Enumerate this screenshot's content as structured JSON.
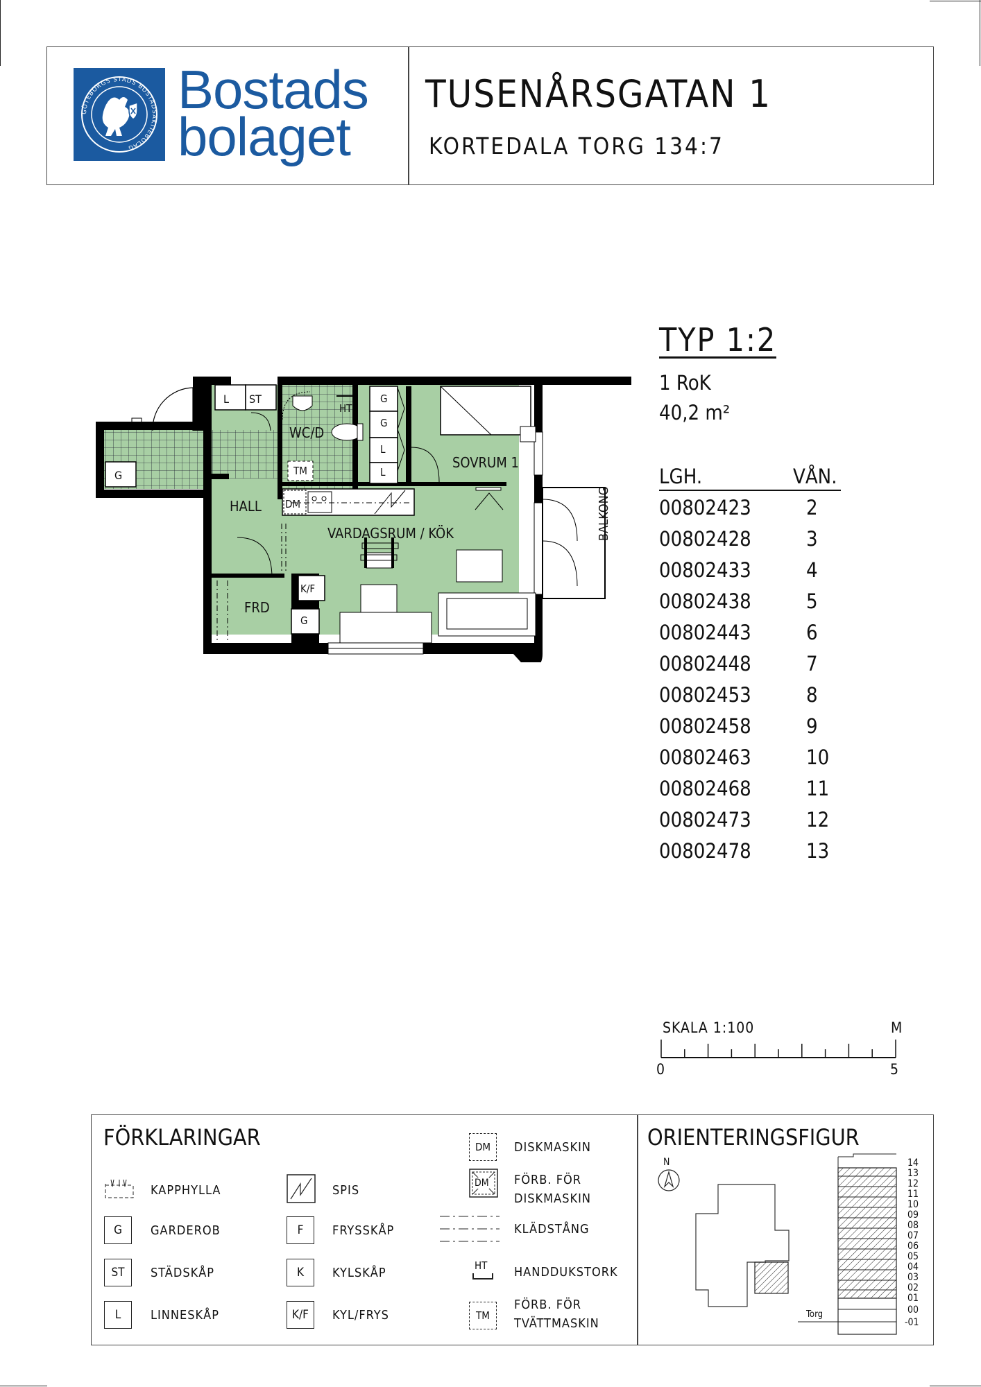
{
  "header": {
    "logo_text": "GÖTEBORGS STADS BOSTADSAKTIEBOLAG",
    "brand_line1": "Bostads",
    "brand_line2": "bolaget",
    "street": "TUSENÅRSGATAN 1",
    "property": "KORTEDALA TORG 134:7"
  },
  "type_info": {
    "title": "TYP 1:2",
    "rooms": "1 RoK",
    "area": "40,2 m²"
  },
  "apartments": {
    "col_lgh": "LGH.",
    "col_van": "VÅN.",
    "rows": [
      {
        "number": "00802423",
        "floor": "2"
      },
      {
        "number": "00802428",
        "floor": "3"
      },
      {
        "number": "00802433",
        "floor": "4"
      },
      {
        "number": "00802438",
        "floor": "5"
      },
      {
        "number": "00802443",
        "floor": "6"
      },
      {
        "number": "00802448",
        "floor": "7"
      },
      {
        "number": "00802453",
        "floor": "8"
      },
      {
        "number": "00802458",
        "floor": "9"
      },
      {
        "number": "00802463",
        "floor": "10"
      },
      {
        "number": "00802468",
        "floor": "11"
      },
      {
        "number": "00802473",
        "floor": "12"
      },
      {
        "number": "00802478",
        "floor": "13"
      }
    ]
  },
  "floorplan": {
    "rooms": {
      "hall": "HALL",
      "wc": "WC/D",
      "sovrum": "SOVRUM 1",
      "vardagsrum": "VARDAGSRUM / KÖK",
      "frd": "FRD",
      "balkong": "BALKONG"
    },
    "labels": {
      "l": "L",
      "st": "ST",
      "g": "G",
      "ht": "HT",
      "tm": "TM",
      "dm": "DM",
      "kf": "K/F"
    },
    "floor_color": "#a8cfa4",
    "wall_color": "#000000"
  },
  "scale": {
    "label": "SKALA 1:100",
    "unit": "M",
    "start": "0",
    "end": "5"
  },
  "legend": {
    "title": "FÖRKLARINGAR",
    "items": {
      "kapphylla": "KAPPHYLLA",
      "garderob": "GARDEROB",
      "stadskap": "STÄDSKÅP",
      "linneskap": "LINNESKÅP",
      "spis": "SPIS",
      "frysskap": "FRYSSKÅP",
      "kylskap": "KYLSKÅP",
      "kylfrys": "KYL/FRYS",
      "diskmaskin": "DISKMASKIN",
      "forb_disk_1": "FÖRB. FÖR",
      "forb_disk_2": "DISKMASKIN",
      "kladstang": "KLÄDSTÅNG",
      "handdukstork": "HANDDUKSTORK",
      "forb_tvatt_1": "FÖRB. FÖR",
      "forb_tvatt_2": "TVÄTTMASKIN"
    },
    "icons": {
      "g": "G",
      "st": "ST",
      "l": "L",
      "f": "F",
      "k": "K",
      "kf": "K/F",
      "dm": "DM",
      "ht": "HT",
      "tm": "TM"
    }
  },
  "orientation": {
    "title": "ORIENTERINGSFIGUR",
    "north": "N",
    "torg": "Torg",
    "floors": [
      "14",
      "13",
      "12",
      "11",
      "10",
      "09",
      "08",
      "07",
      "06",
      "05",
      "04",
      "03",
      "02",
      "01",
      "00",
      "-01"
    ]
  }
}
